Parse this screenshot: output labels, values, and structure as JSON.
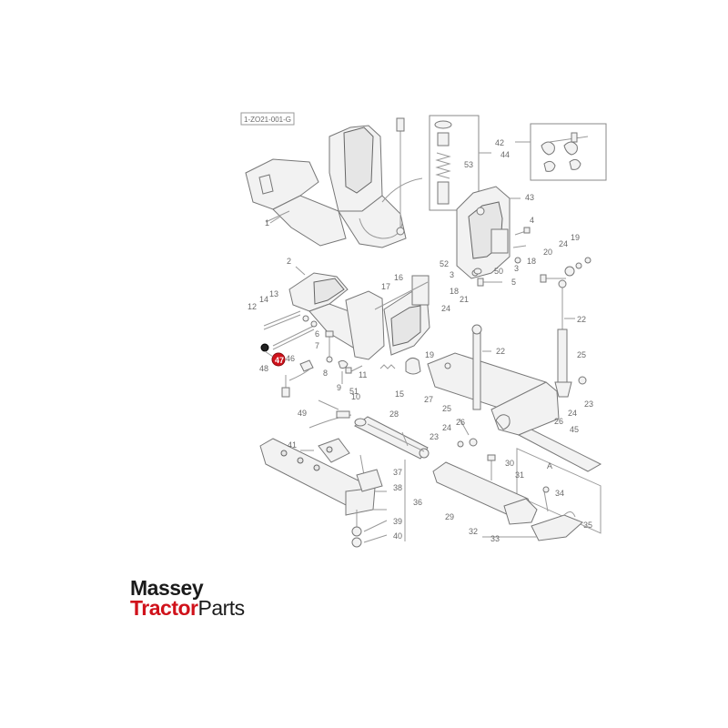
{
  "diagram": {
    "reference_code": "1-ZO21-001-G",
    "highlighted_part": "47",
    "highlight_color": "#d0121b",
    "callouts": [
      {
        "id": "c1",
        "label": "1"
      },
      {
        "id": "c2",
        "label": "2"
      },
      {
        "id": "c3a",
        "label": "3"
      },
      {
        "id": "c3b",
        "label": "3"
      },
      {
        "id": "c4",
        "label": "4"
      },
      {
        "id": "c5",
        "label": "5"
      },
      {
        "id": "c6",
        "label": "6"
      },
      {
        "id": "c7",
        "label": "7"
      },
      {
        "id": "c8",
        "label": "8"
      },
      {
        "id": "c9",
        "label": "9"
      },
      {
        "id": "c10",
        "label": "10"
      },
      {
        "id": "c11",
        "label": "11"
      },
      {
        "id": "c12",
        "label": "12"
      },
      {
        "id": "c13",
        "label": "13"
      },
      {
        "id": "c14",
        "label": "14"
      },
      {
        "id": "c15",
        "label": "15"
      },
      {
        "id": "c16",
        "label": "16"
      },
      {
        "id": "c17",
        "label": "17"
      },
      {
        "id": "c18a",
        "label": "18"
      },
      {
        "id": "c18b",
        "label": "18"
      },
      {
        "id": "c19a",
        "label": "19"
      },
      {
        "id": "c19b",
        "label": "19"
      },
      {
        "id": "c20",
        "label": "20"
      },
      {
        "id": "c21",
        "label": "21"
      },
      {
        "id": "c22a",
        "label": "22"
      },
      {
        "id": "c22b",
        "label": "22"
      },
      {
        "id": "c23a",
        "label": "23"
      },
      {
        "id": "c23b",
        "label": "23"
      },
      {
        "id": "c24a",
        "label": "24"
      },
      {
        "id": "c24b",
        "label": "24"
      },
      {
        "id": "c24c",
        "label": "24"
      },
      {
        "id": "c24d",
        "label": "24"
      },
      {
        "id": "c25a",
        "label": "25"
      },
      {
        "id": "c25b",
        "label": "25"
      },
      {
        "id": "c26a",
        "label": "26"
      },
      {
        "id": "c26b",
        "label": "26"
      },
      {
        "id": "c27",
        "label": "27"
      },
      {
        "id": "c28",
        "label": "28"
      },
      {
        "id": "c29",
        "label": "29"
      },
      {
        "id": "c30",
        "label": "30"
      },
      {
        "id": "c31",
        "label": "31"
      },
      {
        "id": "c32",
        "label": "32"
      },
      {
        "id": "c33",
        "label": "33"
      },
      {
        "id": "c34",
        "label": "34"
      },
      {
        "id": "c35",
        "label": "35"
      },
      {
        "id": "c36",
        "label": "36"
      },
      {
        "id": "c37",
        "label": "37"
      },
      {
        "id": "c38",
        "label": "38"
      },
      {
        "id": "c39",
        "label": "39"
      },
      {
        "id": "c40",
        "label": "40"
      },
      {
        "id": "c41",
        "label": "41"
      },
      {
        "id": "c42",
        "label": "42"
      },
      {
        "id": "c43",
        "label": "43"
      },
      {
        "id": "c44",
        "label": "44"
      },
      {
        "id": "c45",
        "label": "45"
      },
      {
        "id": "c46",
        "label": "46"
      },
      {
        "id": "c48",
        "label": "48"
      },
      {
        "id": "c49",
        "label": "49"
      },
      {
        "id": "c50",
        "label": "50"
      },
      {
        "id": "c51",
        "label": "51"
      },
      {
        "id": "c52",
        "label": "52"
      },
      {
        "id": "c53",
        "label": "53"
      },
      {
        "id": "cA",
        "label": "A"
      }
    ]
  },
  "logo": {
    "line1": "Massey",
    "line2_red": "Tractor",
    "line2_dark": "Parts",
    "red_color": "#d0121b",
    "dark_color": "#1b1b1b"
  }
}
